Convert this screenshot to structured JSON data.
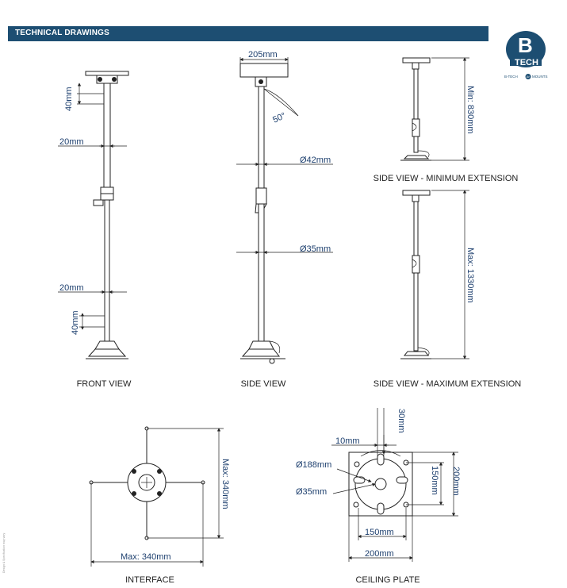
{
  "header": {
    "title": "TECHNICAL DRAWINGS"
  },
  "logo": {
    "big_letter": "B",
    "word": "TECH",
    "tagline_left": "B-TECH",
    "tagline_mid": "AV",
    "tagline_right": "MOUNTS"
  },
  "views": {
    "front": "FRONT VIEW",
    "side": "SIDE VIEW",
    "side_min": "SIDE VIEW - MINIMUM EXTENSION",
    "side_max": "SIDE VIEW - MAXIMUM EXTENSION",
    "interface": "INTERFACE",
    "ceiling_plate": "CEILING PLATE"
  },
  "dimensions": {
    "front_40_top": "40mm",
    "front_20_top": "20mm",
    "front_20_bottom": "20mm",
    "front_40_bottom": "40mm",
    "side_width": "205mm",
    "side_angle": "50°",
    "side_dia_top": "Ø42mm",
    "side_dia_bottom": "Ø35mm",
    "min_ext": "Min: 830mm",
    "max_ext": "Max: 1330mm",
    "interface_vertical": "Max: 340mm",
    "interface_horizontal": "Max: 340mm",
    "plate_30": "30mm",
    "plate_10": "10mm",
    "plate_188": "Ø188mm",
    "plate_35": "Ø35mm",
    "plate_150_v": "150mm",
    "plate_200_v": "200mm",
    "plate_150_h": "150mm",
    "plate_200_h": "200mm"
  },
  "side_note": "Design & Specification may vary"
}
